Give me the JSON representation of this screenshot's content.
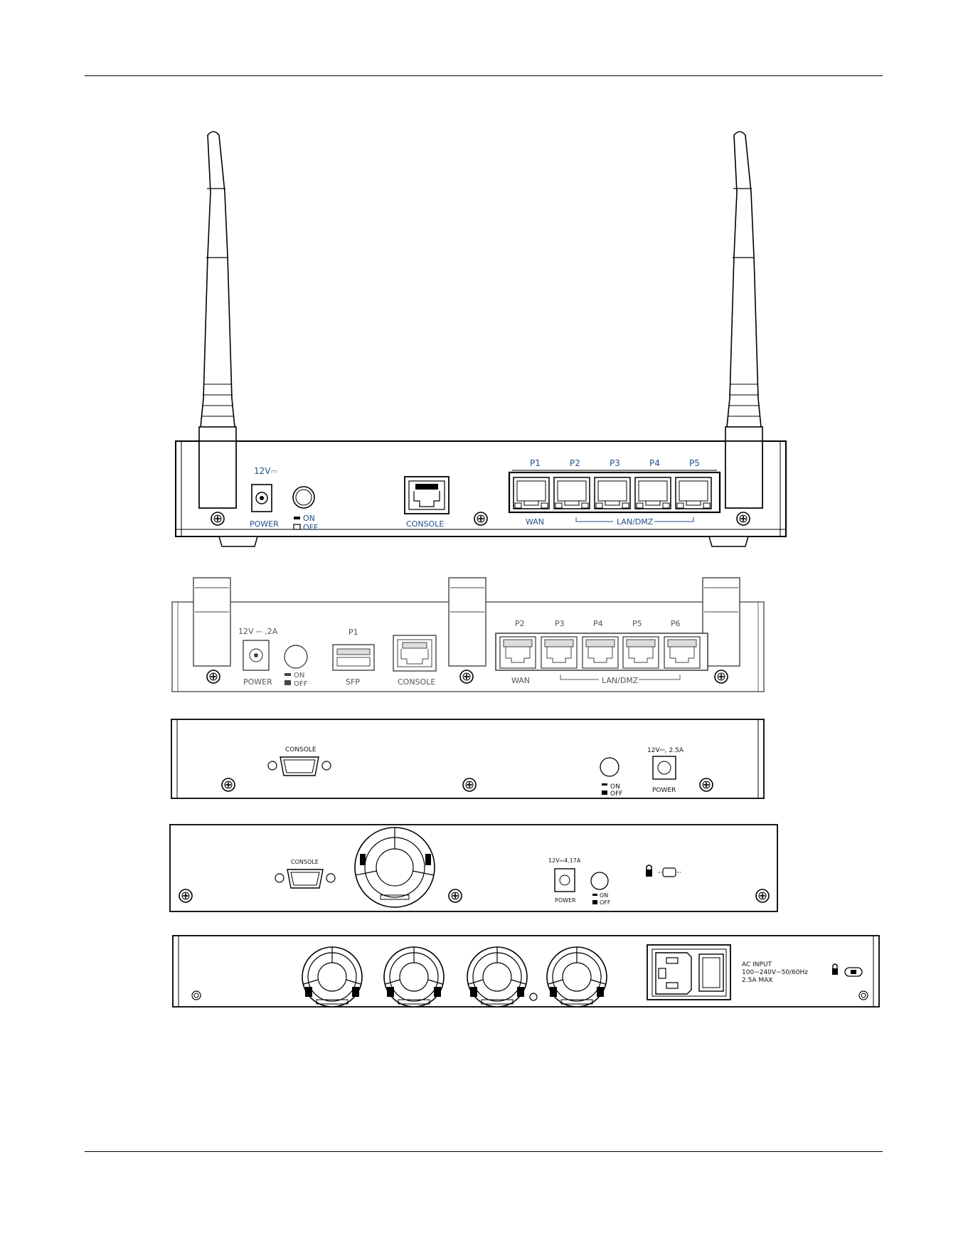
{
  "panel1": {
    "power_rating": "12V⎓",
    "power": "POWER",
    "on": "ON",
    "off": "OFF",
    "console": "CONSOLE",
    "ports": [
      "P1",
      "P2",
      "P3",
      "P4",
      "P5"
    ],
    "wan": "WAN",
    "lan_dmz": "LAN/DMZ"
  },
  "panel2": {
    "power_rating": "12V ⎓ ,2A",
    "power": "POWER",
    "on": "ON",
    "off": "OFF",
    "sfp_port": "P1",
    "sfp": "SFP",
    "console": "CONSOLE",
    "ports": [
      "P2",
      "P3",
      "P4",
      "P5",
      "P6"
    ],
    "wan": "WAN",
    "lan_dmz": "LAN/DMZ"
  },
  "panel3": {
    "console": "CONSOLE",
    "power_rating": "12V⎓, 2.5A",
    "power": "POWER",
    "on": "ON",
    "off": "OFF"
  },
  "panel4": {
    "console": "CONSOLE",
    "power_rating": "12V⎓4.17A",
    "power": "POWER",
    "on": "ON",
    "off": "OFF"
  },
  "panel5": {
    "ac_input": "AC INPUT",
    "ac_range": "100~240V~50/60Hz",
    "ac_max": "2.5A MAX"
  },
  "colors": {
    "line": "#000000",
    "label_blue": "#1f4f8a",
    "label_grey": "#555555"
  }
}
